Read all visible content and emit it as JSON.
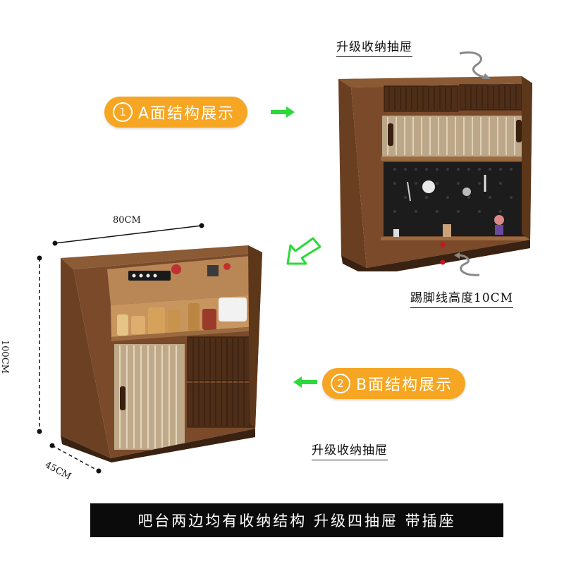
{
  "labels": {
    "a_side": {
      "num": "1",
      "text": "A面结构展示"
    },
    "b_side": {
      "num": "2",
      "text": "B面结构展示"
    },
    "upgrade_drawer_top": "升级收纳抽屉",
    "upgrade_drawer_bottom": "升级收纳抽屉",
    "kickboard_height": "踢脚线高度10CM",
    "banner": "吧台两边均有收纳结构 升级四抽屉 带插座"
  },
  "dimensions": {
    "width": "80CM",
    "height": "100CM",
    "depth": "45CM"
  },
  "colors": {
    "pill_orange": "#f6a623",
    "arrow_green": "#2bd93a",
    "wood_main": "#7a4a2a",
    "wood_dark": "#4a2a16",
    "pegboard": "#1c1c1c",
    "banner_bg": "#0b0b0b"
  },
  "icons": [
    "arrow-right-icon",
    "arrow-left-icon",
    "arrow-down-left-icon",
    "curl-arrow-icon"
  ]
}
